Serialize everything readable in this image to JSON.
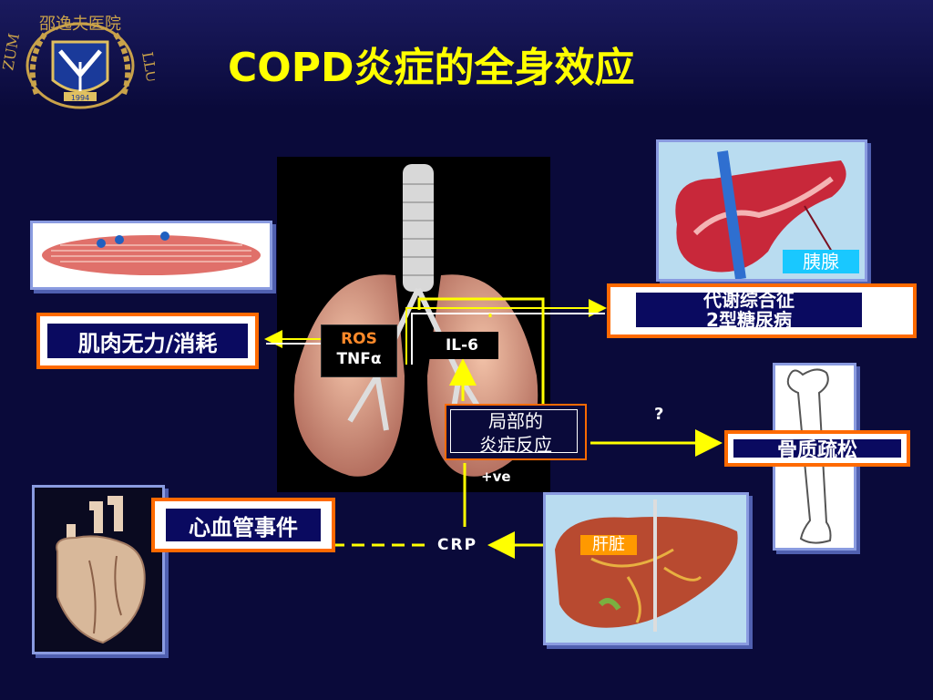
{
  "title": "COPD炎症的全身效应",
  "logo": {
    "arc_text": "邵逸夫医院",
    "left_text": "ZUM",
    "right_text": "LLU",
    "year": "1994"
  },
  "labels": {
    "muscle": "肌肉无力/消耗",
    "metabolic_line1": "代谢综合征",
    "metabolic_line2": "2型糖尿病",
    "osteoporosis": "骨质疏松",
    "cardio": "心血管事件",
    "local_line1": "局部的",
    "local_line2": "炎症反应"
  },
  "mediators": {
    "ros": "ROS",
    "tnf": "TNFα",
    "il6": "IL-6",
    "crp": "CRP",
    "ve": "+ve",
    "question": "?"
  },
  "organ_tags": {
    "pancreas": "胰腺",
    "liver": "肝脏"
  },
  "colors": {
    "background": "#0a0a3a",
    "title": "#ffff00",
    "border": "#ff6a00",
    "arrow": "#ffff00",
    "box_fill": "#0a0a60",
    "pancreas_tag": "#19c8ff",
    "liver_tag": "#ff9900"
  }
}
